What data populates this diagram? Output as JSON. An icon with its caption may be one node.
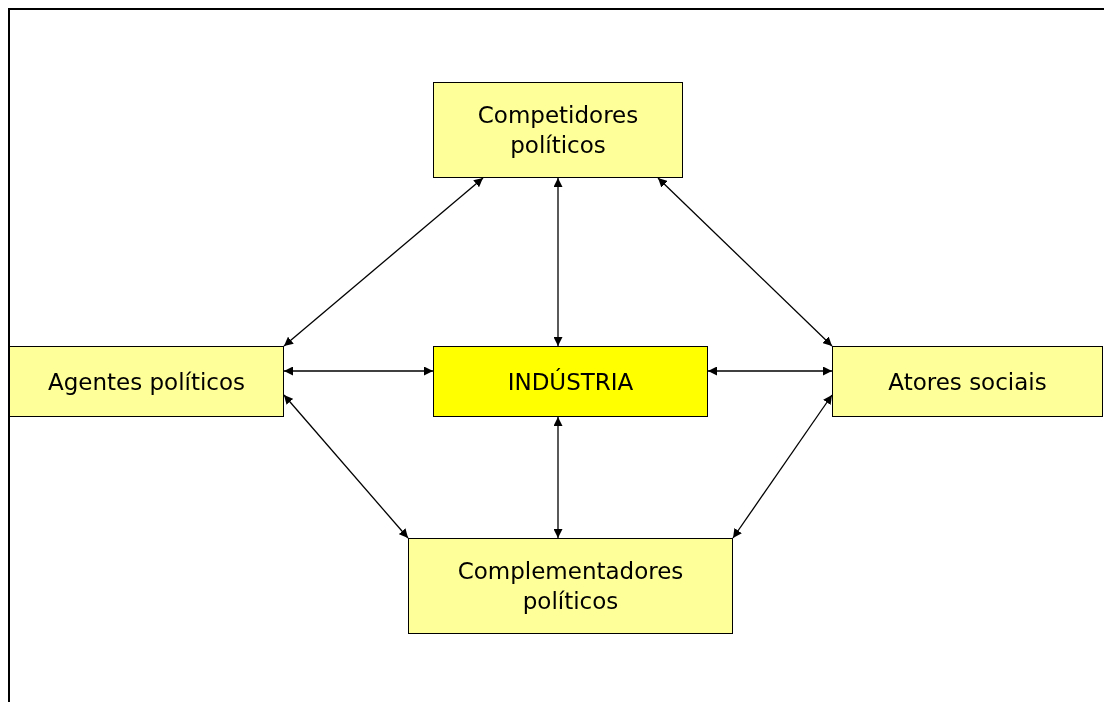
{
  "diagram": {
    "nodes": [
      {
        "text": [
          "Competidores políticos"
        ]
      },
      {
        "text": [
          "Agentes políticos"
        ]
      },
      {
        "text": [
          "INDÚSTRIA"
        ]
      },
      {
        "text": [
          "Atores sociais"
        ]
      },
      {
        "text": [
          "Complementadores políticos"
        ]
      }
    ],
    "edges": [
      {
        "from": 0,
        "to": 1,
        "arrow": "both"
      },
      {
        "from": 0,
        "to": 2,
        "arrow": "both"
      },
      {
        "from": 0,
        "to": 3,
        "arrow": "both"
      },
      {
        "from": 1,
        "to": 2,
        "arrow": "both"
      },
      {
        "from": 2,
        "to": 3,
        "arrow": "both"
      },
      {
        "from": 1,
        "to": 4,
        "arrow": "both"
      },
      {
        "from": 2,
        "to": 4,
        "arrow": "both"
      },
      {
        "from": 3,
        "to": 4,
        "arrow": "both"
      }
    ]
  }
}
